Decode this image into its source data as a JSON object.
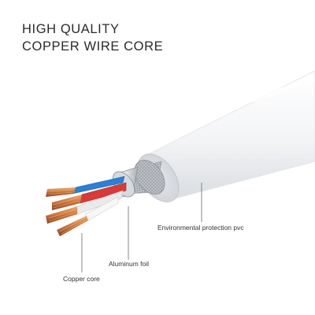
{
  "headline": {
    "line1": "HIGH QUALITY",
    "line2": "COPPER WIRE CORE"
  },
  "callouts": {
    "environmental": "Environmental protection pvc",
    "aluminum": "Aluminum foil",
    "copper": "Copper core"
  },
  "colors": {
    "jacket": "#f4f5f7",
    "braid": "#bfc3c8",
    "foil": "#d9dde2",
    "wire_blue": "#2b7fd6",
    "wire_red": "#d83a3a",
    "wire_white": "#f2f2f2",
    "copper": "#c9733a"
  }
}
